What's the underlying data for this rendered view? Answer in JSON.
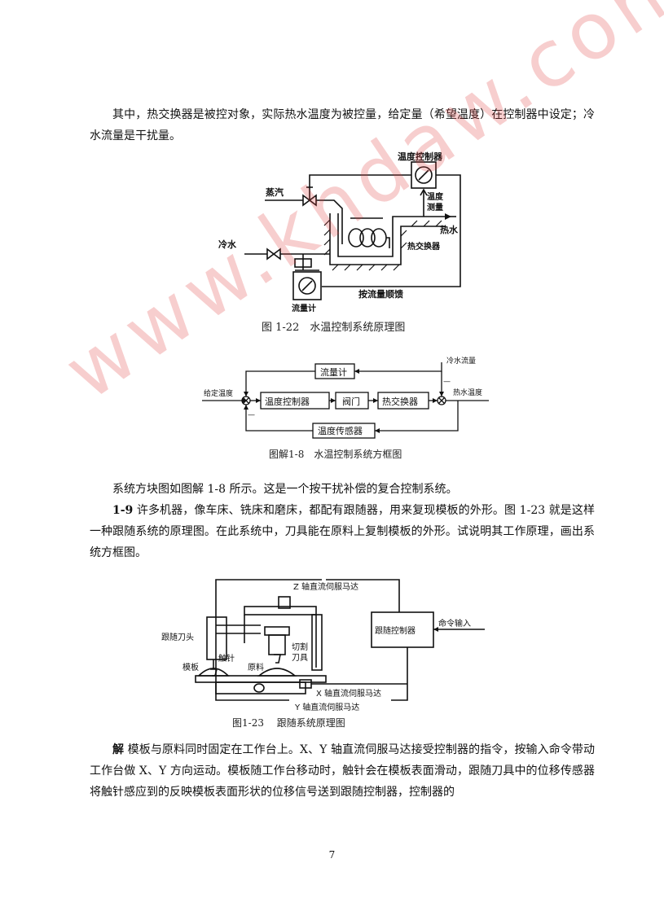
{
  "paragraphs": {
    "p1": "其中，热交换器是被控对象，实际热水温度为被控量，给定量（希望温度）在控制器中设定；冷水流量是干扰量。",
    "p2": "系统方块图如图解 1-8 所示。这是一个按干扰补偿的复合控制系统。",
    "p3_num": "1-9",
    "p3": " 许多机器，像车床、铣床和磨床，都配有跟随器，用来复现模板的外形。图 1-23 就是这样一种跟随系统的原理图。在此系统中，刀具能在原料上复制模板的外形。试说明其工作原理，画出系统方框图。",
    "p4_lead": "解",
    "p4": " 模板与原料同时固定在工作台上。X、Y 轴直流伺服马达接受控制器的指令，按输入命令带动工作台做 X、Y 方向运动。模板随工作台移动时，触针会在模板表面滑动，跟随刀具中的位移传感器将触针感应到的反映模板表面形状的位移信号送到跟随控制器，控制器的"
  },
  "fig1": {
    "caption": "图 1-22　水温控制系统原理图",
    "labels": {
      "controller": "温度控制器",
      "steam": "蒸汽",
      "temp_measure_1": "温度",
      "temp_measure_2": "测量",
      "hot_water": "热水",
      "cold_water": "冷水",
      "exchanger": "热交换器",
      "feedback": "按流量顺馈",
      "flowmeter": "流量计"
    }
  },
  "fig2": {
    "caption": "图解1-8　水温控制系统方框图",
    "blocks": {
      "flowmeter": "流量计",
      "controller": "温度控制器",
      "valve": "阀门",
      "exchanger": "热交换器",
      "sensor": "温度传感器"
    },
    "signals": {
      "input": "给定温度",
      "disturbance": "冷水流量",
      "output": "热水温度",
      "minus": "—"
    }
  },
  "fig3": {
    "caption": "图1-23　 跟随系统原理图",
    "labels": {
      "z_motor": "Z 轴直流伺服马达",
      "follow_controller": "跟随控制器",
      "command_input": "命令输入",
      "follow_head": "跟随刀头",
      "stylus": "触针",
      "cutter_1": "切割",
      "cutter_2": "刀具",
      "template": "模板",
      "material": "原料",
      "x_motor": "X 轴直流伺服马达",
      "y_motor": "Y 轴直流伺服马达"
    }
  },
  "page_number": "7",
  "watermark": "www.khdaw.com"
}
